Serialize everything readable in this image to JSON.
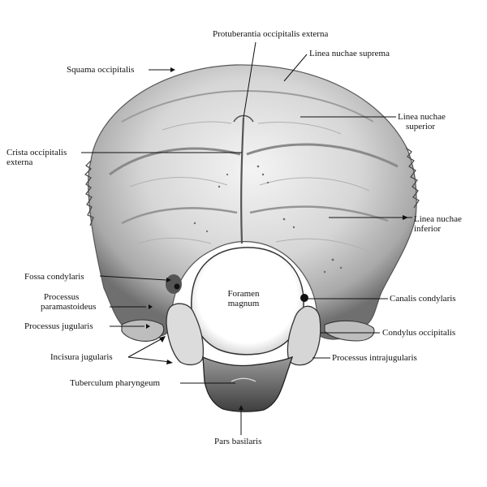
{
  "diagram": {
    "labels": {
      "protuberantia": "Protuberantia  occipitalis externa",
      "linea_suprema": "Linea nuchae suprema",
      "squama": "Squama occipitalis",
      "linea_superior_1": "Linea nuchae",
      "linea_superior_2": "superior",
      "crista_1": "Crista occipitalis",
      "crista_2": "externa",
      "linea_inferior_1": "Linea nuchae",
      "linea_inferior_2": "inferior",
      "fossa": "Fossa condylaris",
      "foramen_1": "Foramen",
      "foramen_2": "magnum",
      "canalis": "Canalis condylaris",
      "paramastoid_1": "Processus",
      "paramastoid_2": "paramastoideus",
      "jugularis": "Processus jugularis",
      "condylus": "Condylus occipitalis",
      "incisura": "Incisura jugularis",
      "intrajugularis": "Processus intrajugularis",
      "tuberculum": "Tuberculum pharyngeum",
      "pars_basilaris": "Pars basilaris"
    },
    "colors": {
      "bone_light": "#ececec",
      "bone_mid": "#c8c8c8",
      "bone_dark": "#8a8a8a",
      "shadow": "#3a3a3a",
      "line": "#111111"
    }
  }
}
